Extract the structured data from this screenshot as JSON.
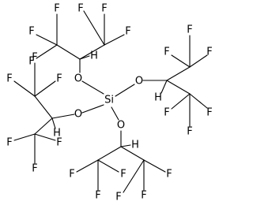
{
  "structure": {
    "center": "Si",
    "oxygen": "O",
    "hydrogen": "H",
    "fluorine": "F",
    "substituent_count": 4
  },
  "colors": {
    "ink": "#000000",
    "background": "#ffffff"
  }
}
